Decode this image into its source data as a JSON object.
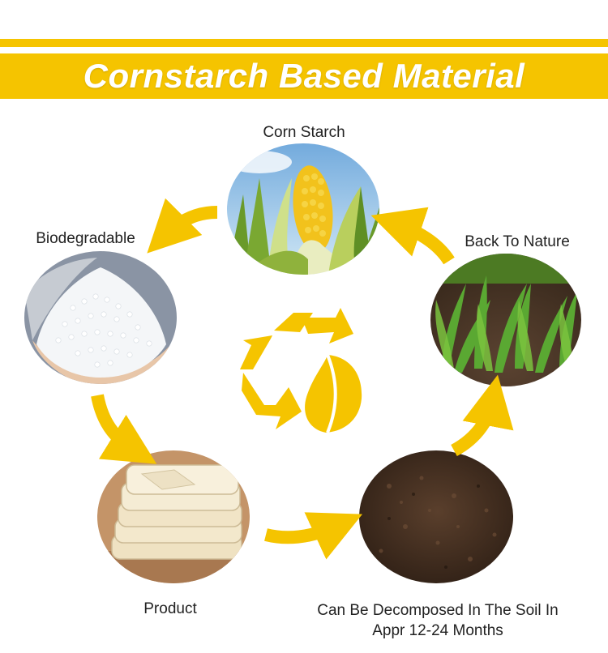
{
  "title": "Cornstarch Based Material",
  "colors": {
    "accent": "#f5c400",
    "accent_light": "#ffd93a",
    "text": "#222222"
  },
  "stages": [
    {
      "key": "corn",
      "label": "Corn Starch"
    },
    {
      "key": "biodegradable",
      "label": "Biodegradable"
    },
    {
      "key": "product",
      "label": "Product"
    },
    {
      "key": "soil",
      "label": "Can Be Decomposed In The Soil In Appr 12-24 Months"
    },
    {
      "key": "nature",
      "label": "Back To Nature"
    }
  ],
  "center_icon": "recycle-leaf-icon"
}
